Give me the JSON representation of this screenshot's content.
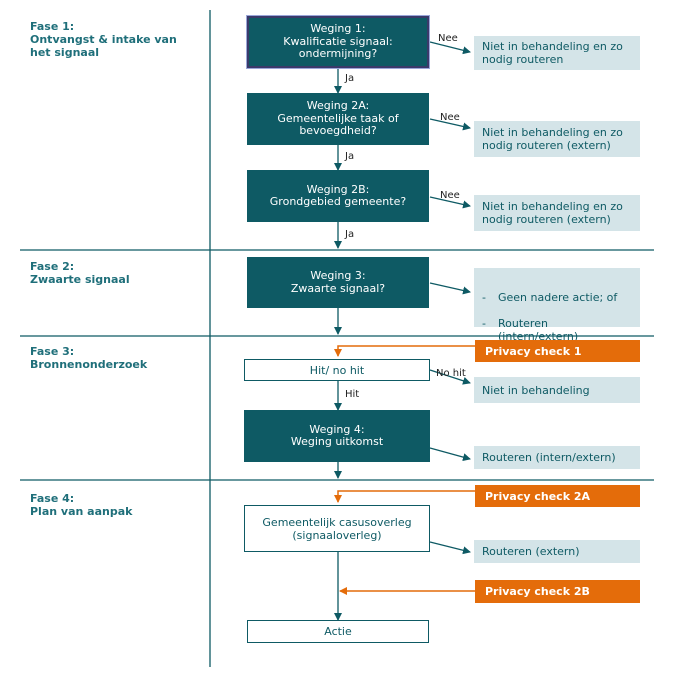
{
  "phases": [
    {
      "label": "Fase 1:\nOntvangst & intake van\nhet signaal"
    },
    {
      "label": "Fase 2:\nZwaarte signaal"
    },
    {
      "label": "Fase 3:\nBronnenonderzoek"
    },
    {
      "label": "Fase 4:\nPlan van aanpak"
    }
  ],
  "nodes": {
    "weging1": "Weging 1:\nKwalificatie signaal:\nondermijning?",
    "weging2a": "Weging 2A:\nGemeentelijke taak of\nbevoegdheid?",
    "weging2b": "Weging 2B:\nGrondgebied gemeente?",
    "weging3": "Weging 3:\nZwaarte signaal?",
    "hit": "Hit/ no hit",
    "weging4": "Weging 4:\nWeging uitkomst",
    "casusoverleg": "Gemeentelijk casusoverleg\n(signaaloverleg)",
    "actie": "Actie"
  },
  "outcomes": {
    "o1": "Niet in behandeling en zo\nnodig routeren",
    "o2a": "Niet in behandeling en zo\nnodig routeren (extern)",
    "o2b": "Niet in behandeling en zo\nnodig routeren (extern)",
    "o3_items": [
      "Geen nadere actie; of",
      "Routeren\n(intern/extern)"
    ],
    "o_hit": "Niet in behandeling",
    "o4": "Routeren (intern/extern)",
    "o5": "Routeren (extern)"
  },
  "privacy": {
    "pc1": "Privacy check 1",
    "pc2a": "Privacy check 2A",
    "pc2b": "Privacy check 2B"
  },
  "labels": {
    "nee1": "Nee",
    "ja1": "Ja",
    "nee2": "Nee",
    "ja2": "Ja",
    "nee3": "Nee",
    "ja3": "Ja",
    "nohit": "No hit",
    "hit": "Hit",
    "bullet_dash": "-"
  },
  "colors": {
    "teal": "#0e5a64",
    "gray_box": "#d4e4e8",
    "orange": "#e46c0a",
    "phase_text": "#1f6f7a"
  }
}
